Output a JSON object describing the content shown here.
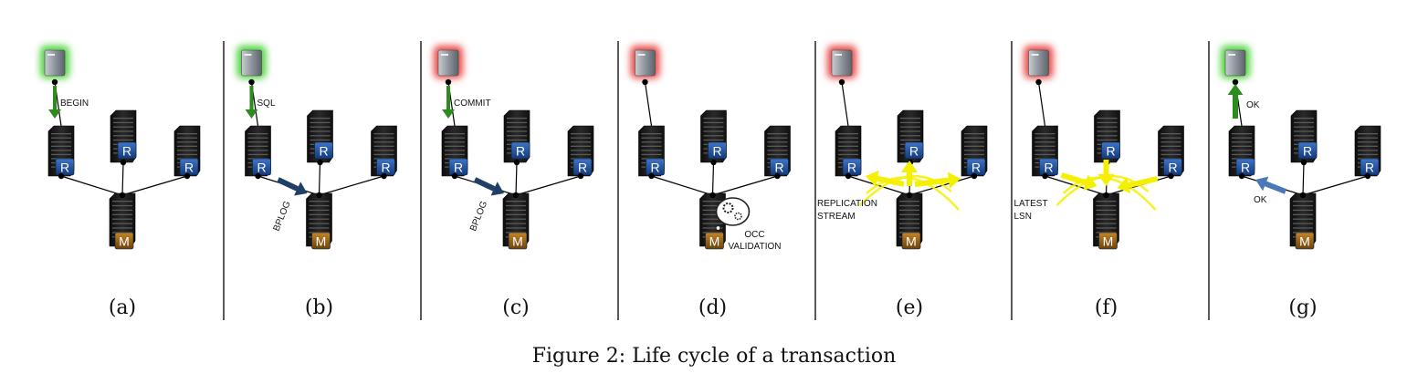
{
  "figure": {
    "caption": "Figure 2: Life cycle of a transaction",
    "replica_letter": "R",
    "master_letter": "M",
    "panels": [
      {
        "label": "(a)",
        "client_glow": "green",
        "texts": [
          "BEGIN"
        ]
      },
      {
        "label": "(b)",
        "client_glow": "green",
        "texts": [
          "SQL",
          "BPLOG"
        ]
      },
      {
        "label": "(c)",
        "client_glow": "red",
        "texts": [
          "COMMIT",
          "BPLOG"
        ]
      },
      {
        "label": "(d)",
        "client_glow": "red",
        "texts": [
          "OCC",
          "VALIDATION"
        ]
      },
      {
        "label": "(e)",
        "client_glow": "red",
        "texts": [
          "REPLICATION",
          "STREAM"
        ]
      },
      {
        "label": "(f)",
        "client_glow": "red",
        "texts": [
          "LATEST",
          "LSN"
        ]
      },
      {
        "label": "(g)",
        "client_glow": "green",
        "texts": [
          "OK",
          "OK"
        ]
      }
    ],
    "colors": {
      "green": "#2e8b1e",
      "red": "#e53935",
      "navy": "#1f3f66",
      "yellow": "#f5f000",
      "master": "#9a6418",
      "replica": "#1f4fa0"
    }
  }
}
